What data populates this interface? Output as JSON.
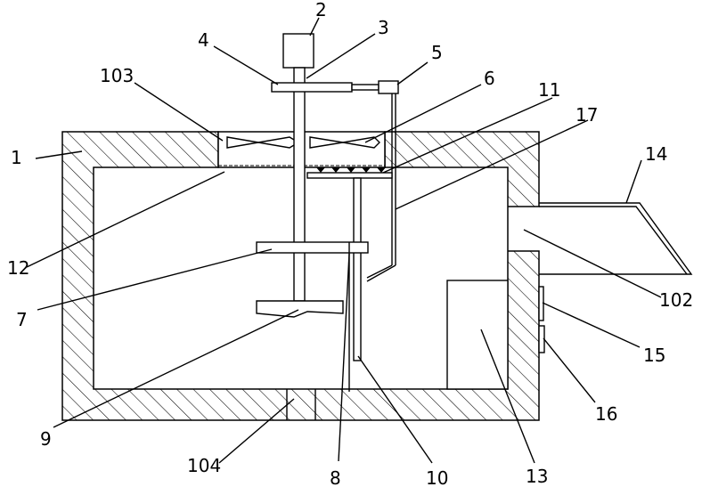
{
  "diagram": {
    "labels": [
      {
        "id": "1",
        "text": "1"
      },
      {
        "id": "2",
        "text": "2"
      },
      {
        "id": "3",
        "text": "3"
      },
      {
        "id": "4",
        "text": "4"
      },
      {
        "id": "5",
        "text": "5"
      },
      {
        "id": "6",
        "text": "6"
      },
      {
        "id": "7",
        "text": "7"
      },
      {
        "id": "8",
        "text": "8"
      },
      {
        "id": "9",
        "text": "9"
      },
      {
        "id": "10",
        "text": "10"
      },
      {
        "id": "11",
        "text": "11"
      },
      {
        "id": "12",
        "text": "12"
      },
      {
        "id": "13",
        "text": "13"
      },
      {
        "id": "14",
        "text": "14"
      },
      {
        "id": "15",
        "text": "15"
      },
      {
        "id": "16",
        "text": "16"
      },
      {
        "id": "17",
        "text": "17"
      },
      {
        "id": "102",
        "text": "102"
      },
      {
        "id": "103",
        "text": "103"
      },
      {
        "id": "104",
        "text": "104"
      }
    ]
  }
}
